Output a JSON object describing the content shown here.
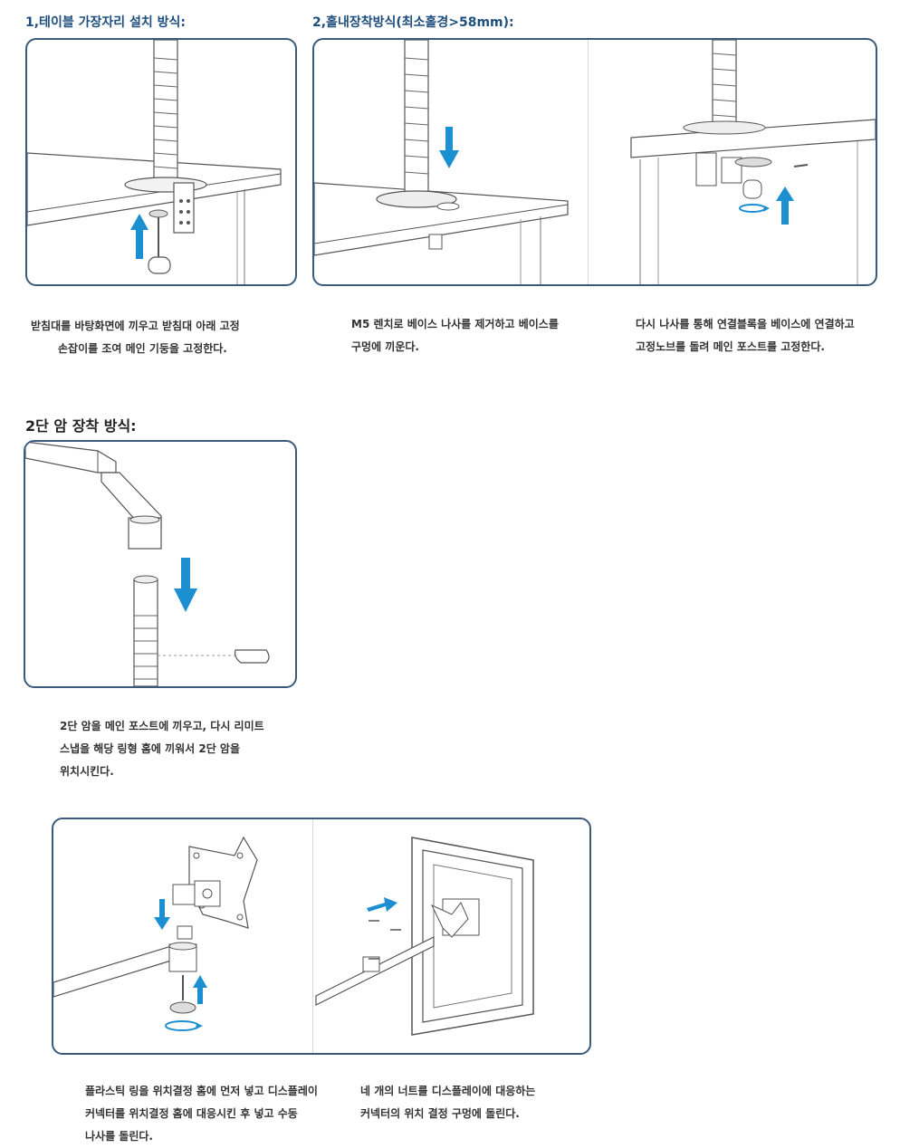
{
  "sections": {
    "table_edge": {
      "title": "1,테이블 가장자리 설치 방식:"
    },
    "grommet": {
      "title": "2,홀내장착방식(최소홀경>58mm):"
    },
    "arm": {
      "title": "2단 암 장착 방식:"
    }
  },
  "captions": {
    "c1": [
      "받침대를 바탕화면에 끼우고 받침대 아래 고정",
      "손잡이를 조여 메인 기둥을 고정한다."
    ],
    "c2": [
      "M5 렌치로 베이스 나사를 제거하고 베이스를",
      "구멍에 끼운다."
    ],
    "c3": [
      "다시 나사를 통해 연결블록을 베이스에 연결하고",
      "고정노브를 돌려 메인 포스트를 고정한다."
    ],
    "c4": [
      "2단 암을 메인 포스트에 끼우고, 다시 리미트",
      "스냅을 해당 링형 홈에 끼워서 2단 암을",
      "위치시킨다."
    ],
    "c5": [
      "플라스틱 링을 위치결정 홈에 먼저 넣고 디스플레이",
      "커넥터를 위치결정 홈에 대응시킨 후 넣고 수동",
      "나사를 돌린다."
    ],
    "c6": [
      "네 개의 너트를 디스플레이에 대응하는",
      "커넥터의 위치 결정 구멍에 돌린다."
    ]
  },
  "colors": {
    "accent": "#1c8fd1",
    "border": "#3a5a7c",
    "line": "#555555",
    "heading": "#1f4f7f"
  },
  "icons": [
    "arrow-up-icon",
    "arrow-down-icon",
    "arrow-right-icon",
    "rotate-icon"
  ]
}
